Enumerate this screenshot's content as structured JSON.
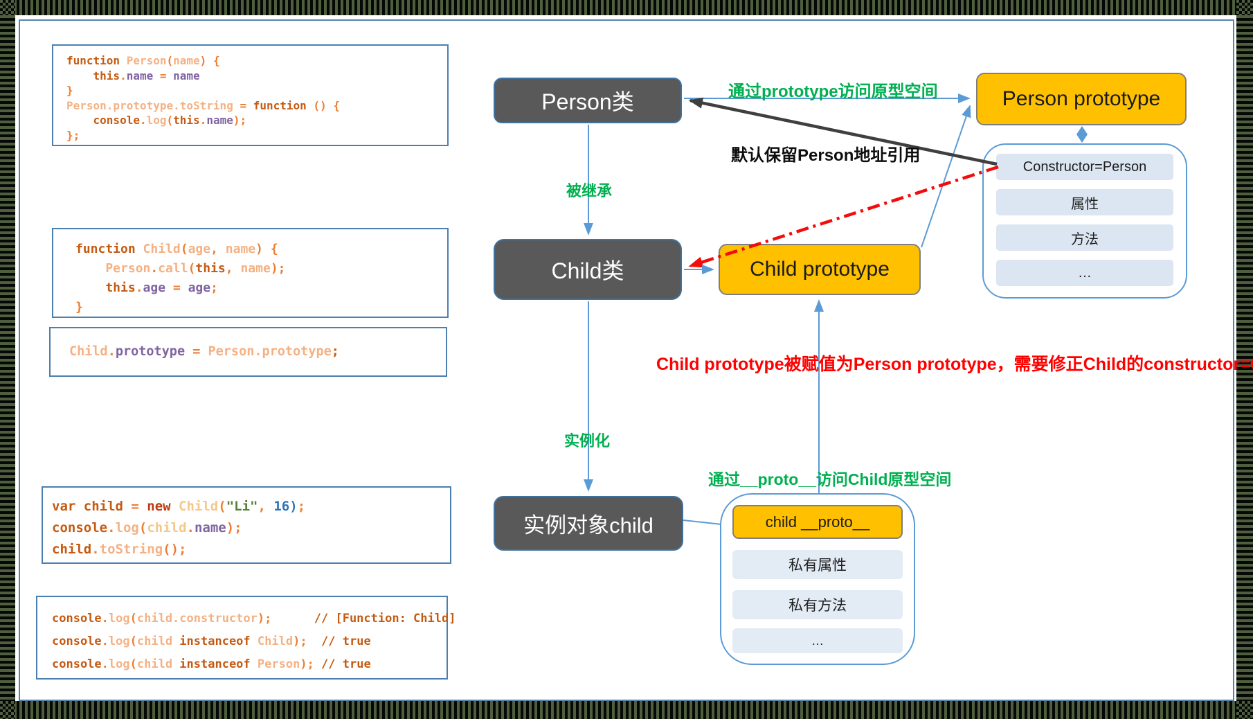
{
  "frame": {
    "stripe_dark": "#060806",
    "stripe_olive": "#4e5e3e",
    "inner_border_blue": "#5585ad"
  },
  "code_blocks": [
    {
      "name": "person-definition-code",
      "lines": [
        [
          {
            "c": "kw",
            "t": "function "
          },
          {
            "c": "id",
            "t": "Person"
          },
          {
            "c": "op",
            "t": "("
          },
          {
            "c": "id",
            "t": "name"
          },
          {
            "c": "op",
            "t": ") {"
          }
        ],
        [
          {
            "c": "kw",
            "t": "    this"
          },
          {
            "c": "op",
            "t": "."
          },
          {
            "c": "prop",
            "t": "name"
          },
          {
            "c": "op",
            "t": " = "
          },
          {
            "c": "prop",
            "t": "name"
          }
        ],
        [
          {
            "c": "op",
            "t": "}"
          }
        ],
        [
          {
            "c": "id",
            "t": "Person.prototype.toString"
          },
          {
            "c": "op",
            "t": " = "
          },
          {
            "c": "kw",
            "t": "function"
          },
          {
            "c": "op",
            "t": " () {"
          }
        ],
        [
          {
            "c": "kw",
            "t": "    console"
          },
          {
            "c": "op",
            "t": "."
          },
          {
            "c": "id",
            "t": "log"
          },
          {
            "c": "op",
            "t": "("
          },
          {
            "c": "kw",
            "t": "this"
          },
          {
            "c": "op",
            "t": "."
          },
          {
            "c": "prop",
            "t": "name"
          },
          {
            "c": "op",
            "t": ");"
          }
        ],
        [
          {
            "c": "op",
            "t": "};"
          }
        ]
      ]
    },
    {
      "name": "child-definition-code",
      "lines": [
        [
          {
            "c": "kw",
            "t": "function "
          },
          {
            "c": "id",
            "t": "Child"
          },
          {
            "c": "op",
            "t": "("
          },
          {
            "c": "id",
            "t": "age"
          },
          {
            "c": "op",
            "t": ", "
          },
          {
            "c": "id",
            "t": "name"
          },
          {
            "c": "op",
            "t": ") {"
          }
        ],
        [
          {
            "c": "id",
            "t": "    Person"
          },
          {
            "c": "op",
            "t": "."
          },
          {
            "c": "id",
            "t": "call"
          },
          {
            "c": "op",
            "t": "("
          },
          {
            "c": "kw",
            "t": "this"
          },
          {
            "c": "op",
            "t": ", "
          },
          {
            "c": "id",
            "t": "name"
          },
          {
            "c": "op",
            "t": ");"
          }
        ],
        [
          {
            "c": "kw",
            "t": "    this"
          },
          {
            "c": "op",
            "t": "."
          },
          {
            "c": "prop",
            "t": "age"
          },
          {
            "c": "op",
            "t": " = "
          },
          {
            "c": "prop",
            "t": "age"
          },
          {
            "c": "op",
            "t": ";"
          }
        ],
        [
          {
            "c": "op",
            "t": "}"
          }
        ]
      ]
    },
    {
      "name": "prototype-assignment-code",
      "lines": [
        [
          {
            "c": "id",
            "t": "Child"
          },
          {
            "c": "op",
            "t": "."
          },
          {
            "c": "prop",
            "t": "prototype"
          },
          {
            "c": "op",
            "t": " = "
          },
          {
            "c": "id",
            "t": "Person.prototype"
          },
          {
            "c": "kw",
            "t": ";"
          }
        ]
      ]
    },
    {
      "name": "instantiation-code",
      "lines": [
        [
          {
            "c": "kw",
            "t": "var child"
          },
          {
            "c": "op",
            "t": " = "
          },
          {
            "c": "kwr",
            "t": "new "
          },
          {
            "c": "id2",
            "t": "Child"
          },
          {
            "c": "op",
            "t": "("
          },
          {
            "c": "str",
            "t": "\"Li\""
          },
          {
            "c": "op",
            "t": ", "
          },
          {
            "c": "num",
            "t": "16)"
          },
          {
            "c": "op",
            "t": ";"
          }
        ],
        [
          {
            "c": "kw",
            "t": "console"
          },
          {
            "c": "op",
            "t": "."
          },
          {
            "c": "id",
            "t": "log"
          },
          {
            "c": "op",
            "t": "("
          },
          {
            "c": "id2",
            "t": "child"
          },
          {
            "c": "op",
            "t": "."
          },
          {
            "c": "prop",
            "t": "name"
          },
          {
            "c": "op",
            "t": ");"
          }
        ],
        [
          {
            "c": "kw",
            "t": "child"
          },
          {
            "c": "op",
            "t": "."
          },
          {
            "c": "id",
            "t": "toString"
          },
          {
            "c": "op",
            "t": "();"
          }
        ]
      ]
    },
    {
      "name": "verification-code",
      "lines": [
        [
          {
            "c": "kw",
            "t": "console"
          },
          {
            "c": "op",
            "t": "."
          },
          {
            "c": "id",
            "t": "log"
          },
          {
            "c": "op",
            "t": "("
          },
          {
            "c": "id",
            "t": "child.constructor"
          },
          {
            "c": "op",
            "t": ");"
          },
          {
            "c": "cmt",
            "t": "      // [Function: Child]"
          }
        ],
        [
          {
            "c": "kw",
            "t": "console"
          },
          {
            "c": "op",
            "t": "."
          },
          {
            "c": "id",
            "t": "log"
          },
          {
            "c": "op",
            "t": "("
          },
          {
            "c": "id",
            "t": "child "
          },
          {
            "c": "kw",
            "t": "instanceof"
          },
          {
            "c": "id",
            "t": " Child"
          },
          {
            "c": "op",
            "t": ");"
          },
          {
            "c": "cmt",
            "t": "  // true"
          }
        ],
        [
          {
            "c": "kw",
            "t": "console"
          },
          {
            "c": "op",
            "t": "."
          },
          {
            "c": "id",
            "t": "log"
          },
          {
            "c": "op",
            "t": "("
          },
          {
            "c": "id",
            "t": "child "
          },
          {
            "c": "kw",
            "t": "instanceof"
          },
          {
            "c": "id",
            "t": " Person"
          },
          {
            "c": "op",
            "t": ");"
          },
          {
            "c": "cmt",
            "t": " // true"
          }
        ]
      ]
    }
  ],
  "diagram": {
    "nodes": {
      "person_class": "Person类",
      "person_prototype": "Person prototype",
      "child_class": "Child类",
      "child_prototype": "Child prototype",
      "instance": "实例对象child",
      "child_proto_row": "child __proto__"
    },
    "person_proto_rows": [
      "Constructor=Person",
      "属性",
      "方法",
      "…"
    ],
    "instance_rows": [
      "私有属性",
      "私有方法",
      "…"
    ],
    "labels": {
      "inherit": "被继承",
      "prototype_access": "通过prototype访问原型空间",
      "keep_person_ref": "默认保留Person地址引用",
      "fix_constructor": "Child prototype被赋值为Person prototype，需要修正Child的constructor=Child",
      "instantiate": "实例化",
      "proto_access_child": "通过__proto__访问Child原型空间"
    },
    "colors": {
      "node_dark": "#595959",
      "node_orange": "#ffc000",
      "arrow_blue": "#5b9bd5",
      "arrow_black": "#3f3f3f",
      "arrow_red": "#f40b0b",
      "label_green": "#00b050",
      "label_red": "#ff0000",
      "row_light_blue": "#dbe6f2"
    }
  }
}
